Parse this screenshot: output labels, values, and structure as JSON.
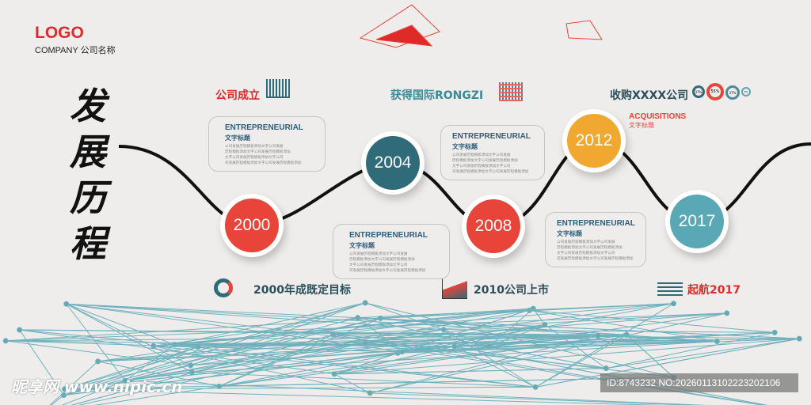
{
  "logo": {
    "text": "LOGO",
    "company": "COMPANY 公司名称"
  },
  "title": "发展历程",
  "headings": [
    {
      "text": "公司成立",
      "color": "#e02a2a"
    },
    {
      "text": "获得国际RONGZI",
      "color": "#3b8a96"
    },
    {
      "text": "收购XXXX公司",
      "color": "#2a4f5a"
    },
    {
      "text": "2000年成既定目标",
      "color": "#2a4f5a"
    },
    {
      "text": "2010公司上市",
      "color": "#2a4f5a"
    },
    {
      "text": "起航2017",
      "color": "#e02a2a"
    }
  ],
  "milestones": [
    {
      "year": "2000",
      "color": "#e8443a"
    },
    {
      "year": "2004",
      "color": "#2f6b78"
    },
    {
      "year": "2008",
      "color": "#e8443a"
    },
    {
      "year": "2012",
      "color": "#f0a830"
    },
    {
      "year": "2017",
      "color": "#5aa7b5"
    }
  ],
  "bubble": {
    "title": "ENTREPRENEURIAL",
    "subtitle": "文字标题",
    "lines": [
      "公司发展历程模板添加文字公司发展",
      "历程模板添加文字公司发展历程模板添加",
      "文字公司发展历程模板添加文字公司",
      "司发展历程模板添加文字公司发展历程模板添加"
    ]
  },
  "acquisitions": {
    "title": "ACQUISITIONS",
    "subtitle": "文字标题"
  },
  "donuts": [
    "37%",
    "55%",
    "37%",
    "3%"
  ],
  "watermark": {
    "site": "昵享网 www.nipic.cn",
    "id": "ID:8743232 NO:20260113102223202106"
  }
}
